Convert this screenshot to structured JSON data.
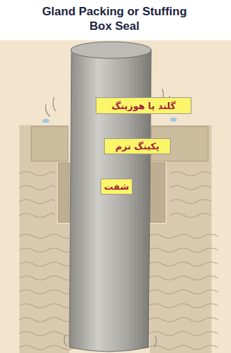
{
  "diagram": {
    "title": "Gland Packing or Stuffing Box Seal",
    "nodes": [
      {
        "text": [
          "گلند یا هوزینگ"
        ]
      },
      {
        "text": [
          "پکینگ نرم"
        ]
      },
      {
        "text": [
          "شفت"
        ]
      }
    ]
  }
}
